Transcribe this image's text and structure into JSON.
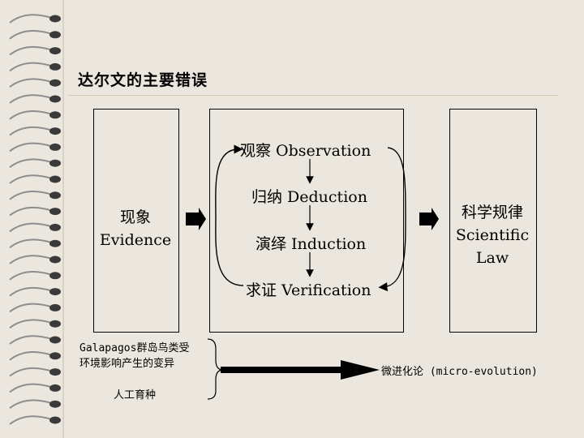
{
  "slide": {
    "title": "达尔文的主要错误",
    "evidence_box": {
      "line1": "现象",
      "line2": "Evidence"
    },
    "process": {
      "observation": "观察  Observation",
      "deduction": "归纳  Deduction",
      "induction": "演绎 Induction",
      "verification": "求证 Verification"
    },
    "law_box": {
      "line1": "科学规律",
      "line2": "Scientific",
      "line3": "Law"
    },
    "bottom": {
      "galapagos_line1": "Galapagos群岛鸟类受",
      "galapagos_line2": "环境影响产生的变异",
      "artificial": "人工育种",
      "micro": "微进化论 (micro-evolution)"
    }
  },
  "colors": {
    "background": "#ece7de",
    "rule": "#d8c7a8",
    "ink": "#000000"
  }
}
